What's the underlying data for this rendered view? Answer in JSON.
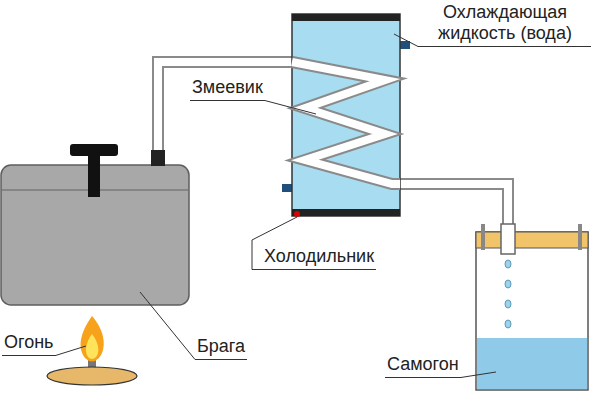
{
  "diagram": {
    "labels": [
      "Охлаждающая жидкость (вода)",
      "Змеевик",
      "Холодильник",
      "Огонь",
      "Брага",
      "Самогон"
    ]
  }
}
